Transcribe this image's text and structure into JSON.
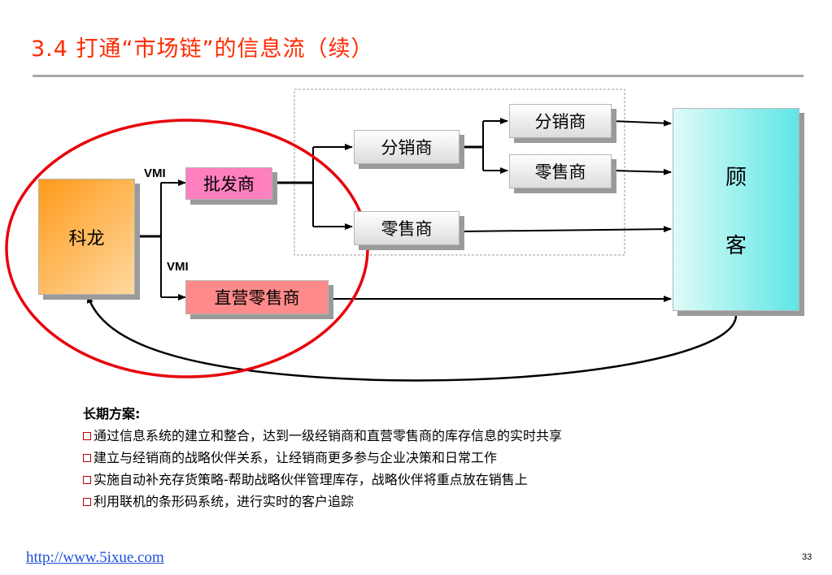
{
  "title": "3.4 打通“市场链”的信息流（续）",
  "diagram": {
    "kelong": "科龙",
    "wholesaler": "批发商",
    "direct_retailer": "直营零售商",
    "distributor_mid": "分销商",
    "distributor_top": "分销商",
    "retailer_upper": "零售商",
    "retailer_mid": "零售商",
    "customer_line1": "顾",
    "customer_line2": "客",
    "vmi_upper": "VMI",
    "vmi_lower": "VMI"
  },
  "plan": {
    "heading": "长期方案:",
    "items": [
      "通过信息系统的建立和整合，达到一级经销商和直营零售商的库存信息的实时共享",
      "建立与经销商的战略伙伴关系，让经销商更多参与企业决策和日常工作",
      "实施自动补充存货策略-帮助战略伙伴管理库存，战略伙伴将重点放在销售上",
      "利用联机的条形码系统，进行实时的客户追踪"
    ]
  },
  "footer": {
    "link": "http://www.5ixue.com",
    "page_number": "33"
  },
  "colors": {
    "title": "#ff2a00",
    "ellipse": "#e8000b",
    "wholesaler_fill": "#ff7fbf",
    "direct_retailer_fill": "#ff8a8a",
    "customer_fill": "#5ee6e6"
  }
}
